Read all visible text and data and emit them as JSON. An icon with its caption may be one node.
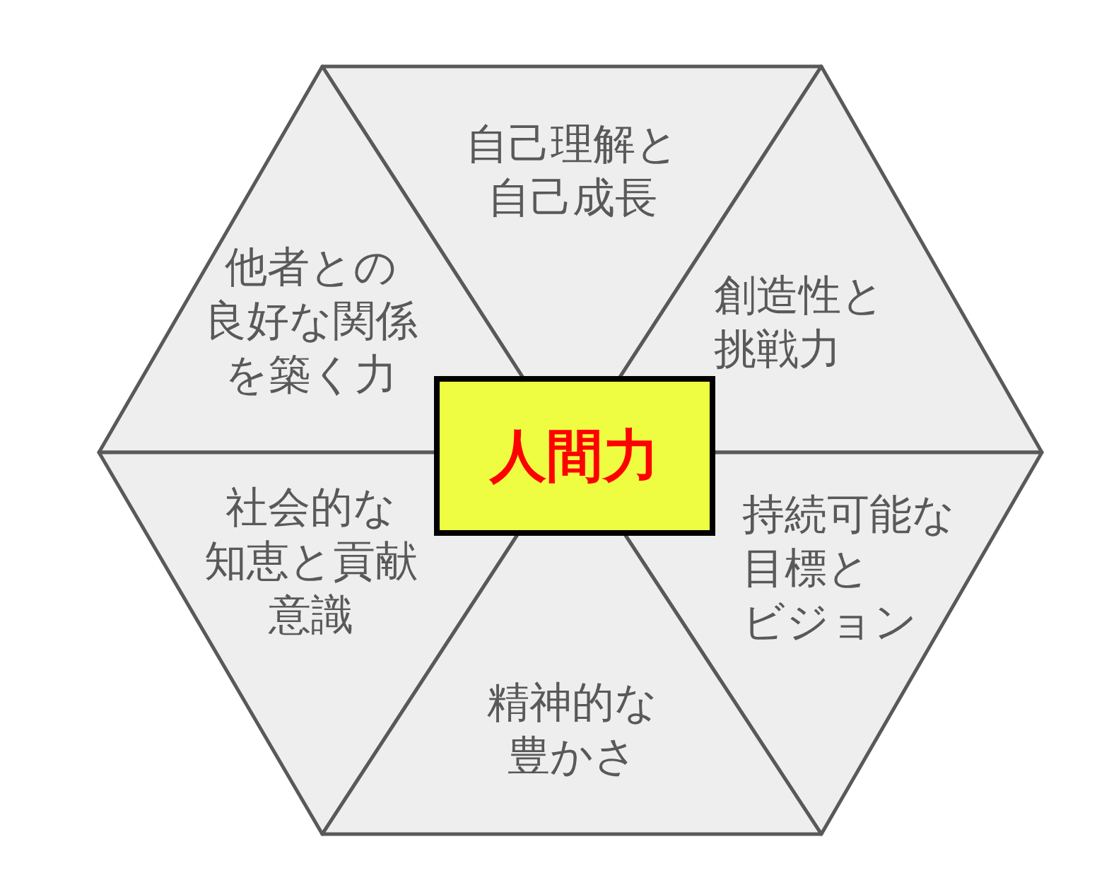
{
  "diagram": {
    "nodes": [
      {
        "text": [
          "自己理解と自己成長"
        ]
      },
      {
        "text": [
          "他者との良好な関係を築く力"
        ]
      },
      {
        "text": [
          "創造性と挑戦力"
        ]
      },
      {
        "text": [
          "人間力"
        ]
      },
      {
        "text": [
          "社会的な知恵と貢献意識"
        ]
      },
      {
        "text": [
          "持続可能な目標とビジョン"
        ]
      },
      {
        "text": [
          "精神的な豊かさ"
        ]
      }
    ]
  }
}
